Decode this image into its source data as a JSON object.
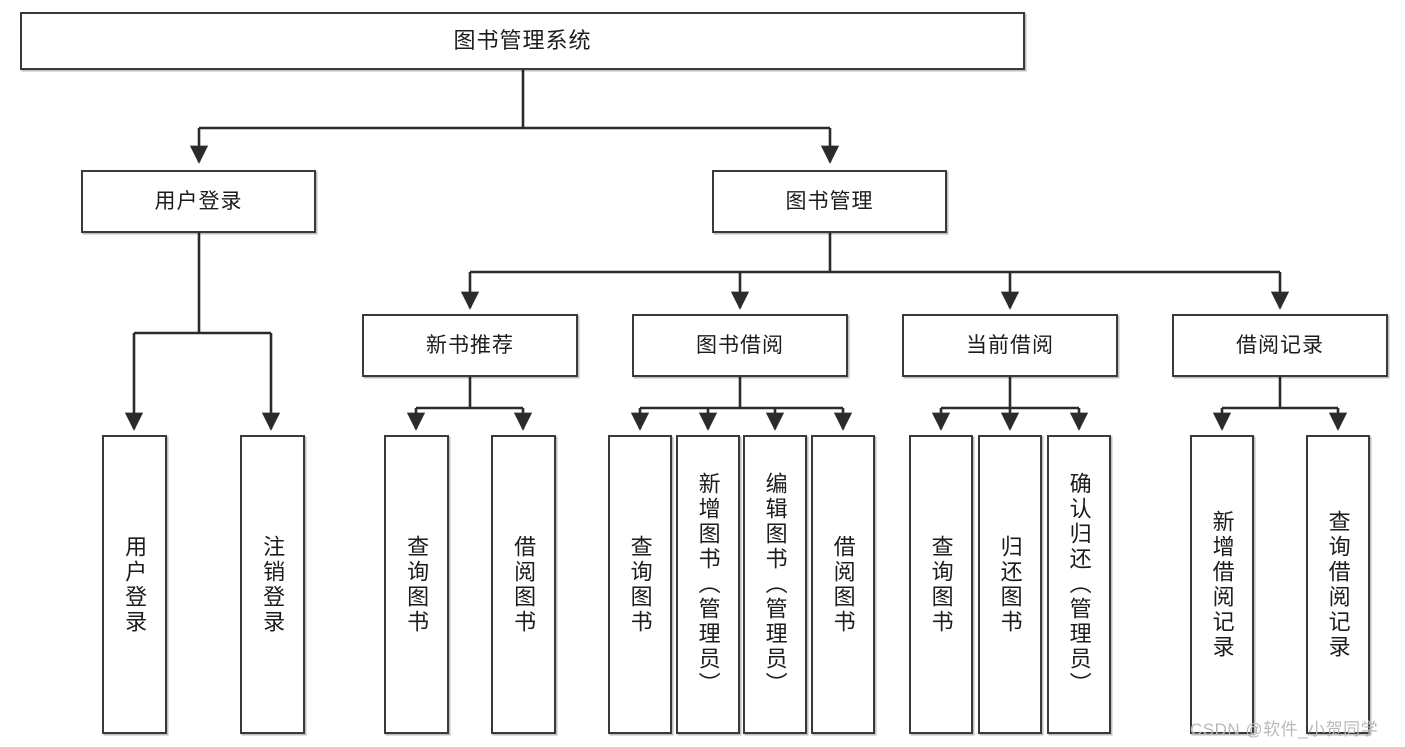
{
  "diagram": {
    "title": "图书管理系统",
    "type": "tree",
    "watermark": "CSDN @软件_小贺同学",
    "colors": {
      "border": "#3a3a3a",
      "fill": "#ffffff",
      "line": "#2b2b2b",
      "text": "#1c1c1c",
      "watermark": "#b9b9b9"
    },
    "nodes": {
      "root": {
        "label": "图书管理系统"
      },
      "level2": [
        {
          "id": "user-login",
          "label": "用户登录"
        },
        {
          "id": "book-manage",
          "label": "图书管理"
        }
      ],
      "level3": [
        {
          "id": "new-book-recommend",
          "label": "新书推荐"
        },
        {
          "id": "book-borrow",
          "label": "图书借阅"
        },
        {
          "id": "current-borrow",
          "label": "当前借阅"
        },
        {
          "id": "borrow-record",
          "label": "借阅记录"
        }
      ],
      "leaves": {
        "user-login": [
          {
            "id": "leaf-user-login",
            "label": "用户登录"
          },
          {
            "id": "leaf-logout-login",
            "label": "注销登录"
          }
        ],
        "new-book-recommend": [
          {
            "id": "leaf-query-book-1",
            "label": "查询图书"
          },
          {
            "id": "leaf-borrow-book-1",
            "label": "借阅图书"
          }
        ],
        "book-borrow": [
          {
            "id": "leaf-query-book-2",
            "label": "查询图书"
          },
          {
            "id": "leaf-add-book",
            "label": "新增图书（管理员）"
          },
          {
            "id": "leaf-edit-book",
            "label": "编辑图书（管理员）"
          },
          {
            "id": "leaf-borrow-book-2",
            "label": "借阅图书"
          }
        ],
        "current-borrow": [
          {
            "id": "leaf-query-book-3",
            "label": "查询图书"
          },
          {
            "id": "leaf-return-book",
            "label": "归还图书"
          },
          {
            "id": "leaf-confirm-return",
            "label": "确认归还（管理员）"
          }
        ],
        "borrow-record": [
          {
            "id": "leaf-add-record",
            "label": "新增借阅记录"
          },
          {
            "id": "leaf-query-record",
            "label": "查询借阅记录"
          }
        ]
      }
    }
  }
}
